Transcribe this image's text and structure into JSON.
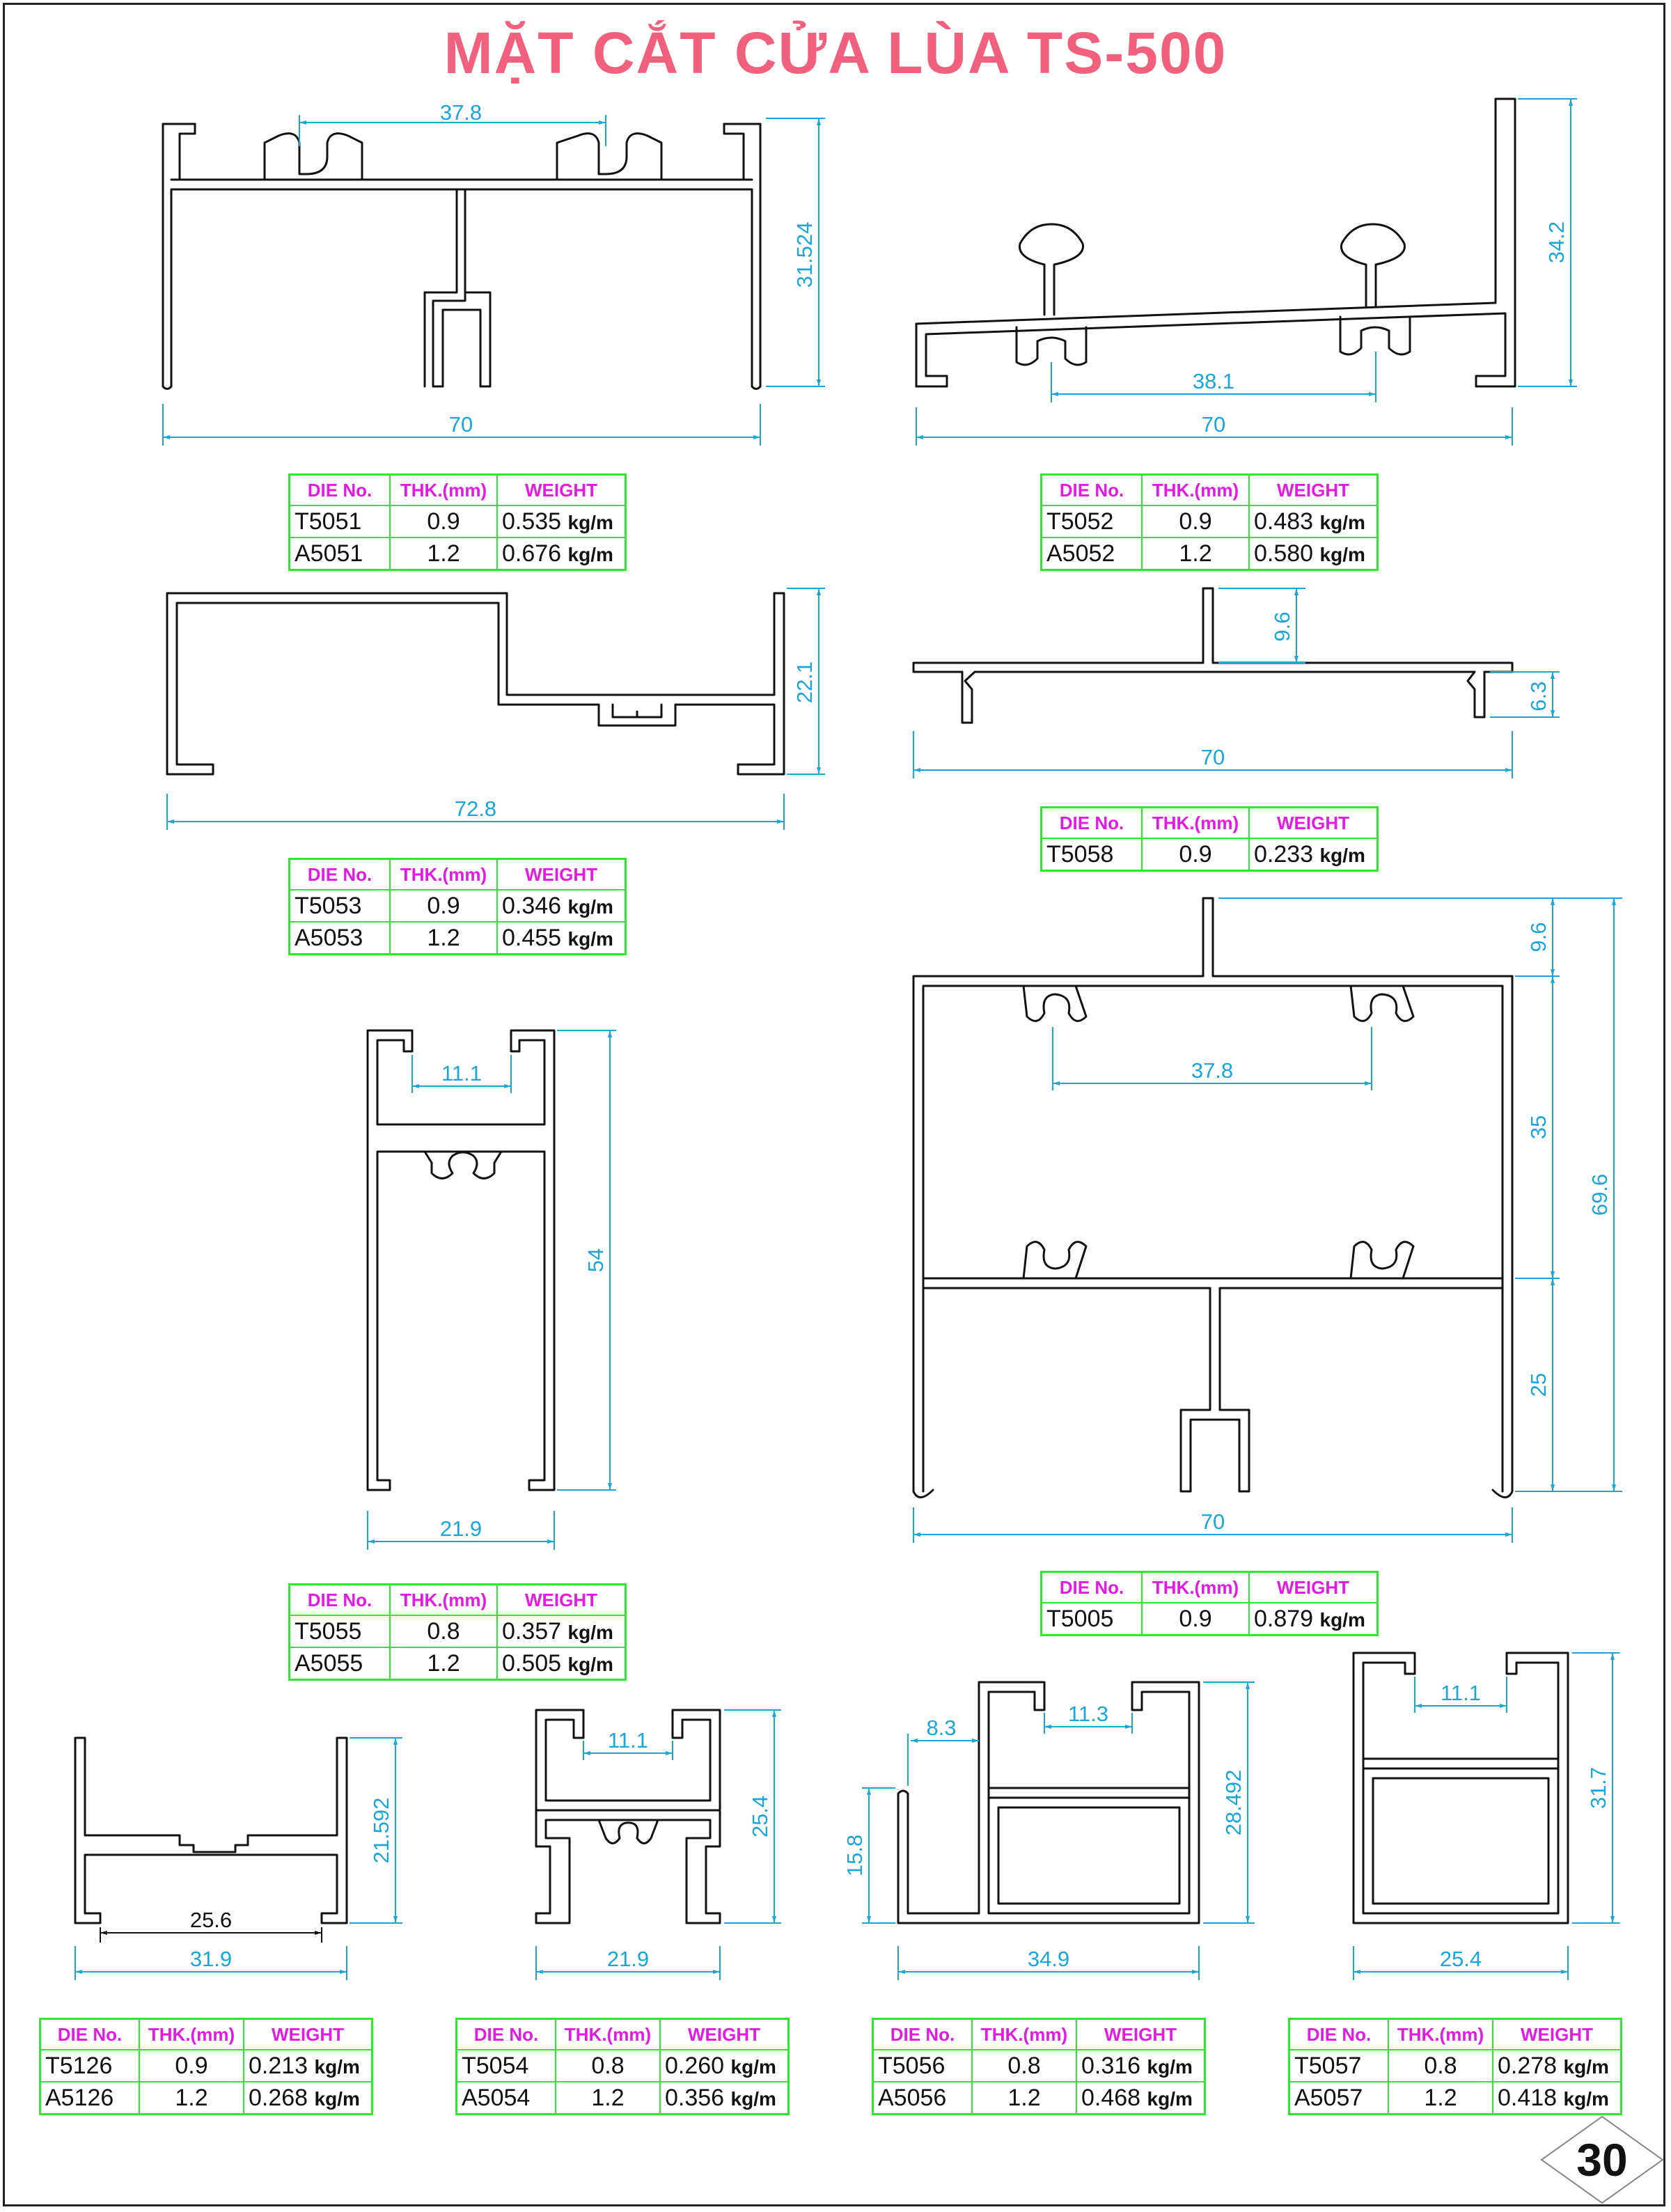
{
  "title": "MẶT CẮT CỬA LÙA TS-500",
  "page_number": "30",
  "table_headers": {
    "die": "DIE No.",
    "thk": "THK.(mm)",
    "weight": "WEIGHT"
  },
  "weight_unit": "kg/m",
  "profiles": {
    "p5051": {
      "dims": [
        "37.8",
        "31.524",
        "70"
      ],
      "rows": [
        {
          "die": "T5051",
          "thk": "0.9",
          "weight": "0.535"
        },
        {
          "die": "A5051",
          "thk": "1.2",
          "weight": "0.676"
        }
      ]
    },
    "p5052": {
      "dims": [
        "34.2",
        "38.1",
        "70"
      ],
      "rows": [
        {
          "die": "T5052",
          "thk": "0.9",
          "weight": "0.483"
        },
        {
          "die": "A5052",
          "thk": "1.2",
          "weight": "0.580"
        }
      ]
    },
    "p5053": {
      "dims": [
        "22.1",
        "72.8"
      ],
      "rows": [
        {
          "die": "T5053",
          "thk": "0.9",
          "weight": "0.346"
        },
        {
          "die": "A5053",
          "thk": "1.2",
          "weight": "0.455"
        }
      ]
    },
    "p5058": {
      "dims": [
        "9.6",
        "6.3",
        "70"
      ],
      "rows": [
        {
          "die": "T5058",
          "thk": "0.9",
          "weight": "0.233"
        }
      ]
    },
    "p5055": {
      "dims": [
        "11.1",
        "54",
        "21.9"
      ],
      "rows": [
        {
          "die": "T5055",
          "thk": "0.8",
          "weight": "0.357"
        },
        {
          "die": "A5055",
          "thk": "1.2",
          "weight": "0.505"
        }
      ]
    },
    "p5005": {
      "dims": [
        "9.6",
        "37.8",
        "35",
        "69.6",
        "25",
        "70"
      ],
      "rows": [
        {
          "die": "T5005",
          "thk": "0.9",
          "weight": "0.879"
        }
      ]
    },
    "p5126": {
      "dims": [
        "21.592",
        "25.6",
        "31.9"
      ],
      "rows": [
        {
          "die": "T5126",
          "thk": "0.9",
          "weight": "0.213"
        },
        {
          "die": "A5126",
          "thk": "1.2",
          "weight": "0.268"
        }
      ]
    },
    "p5054": {
      "dims": [
        "11.1",
        "25.4",
        "21.9"
      ],
      "rows": [
        {
          "die": "T5054",
          "thk": "0.8",
          "weight": "0.260"
        },
        {
          "die": "A5054",
          "thk": "1.2",
          "weight": "0.356"
        }
      ]
    },
    "p5056": {
      "dims": [
        "8.3",
        "11.3",
        "15.8",
        "28.492",
        "34.9"
      ],
      "rows": [
        {
          "die": "T5056",
          "thk": "0.8",
          "weight": "0.316"
        },
        {
          "die": "A5056",
          "thk": "1.2",
          "weight": "0.468"
        }
      ]
    },
    "p5057": {
      "dims": [
        "11.1",
        "31.7",
        "25.4"
      ],
      "rows": [
        {
          "die": "T5057",
          "thk": "0.8",
          "weight": "0.278"
        },
        {
          "die": "A5057",
          "thk": "1.2",
          "weight": "0.418"
        }
      ]
    }
  },
  "colors": {
    "title": "#f2607f",
    "dimension": "#1aa6d6",
    "table_border": "#2ee82e",
    "table_header": "#e21ae2",
    "outline": "#111111"
  }
}
